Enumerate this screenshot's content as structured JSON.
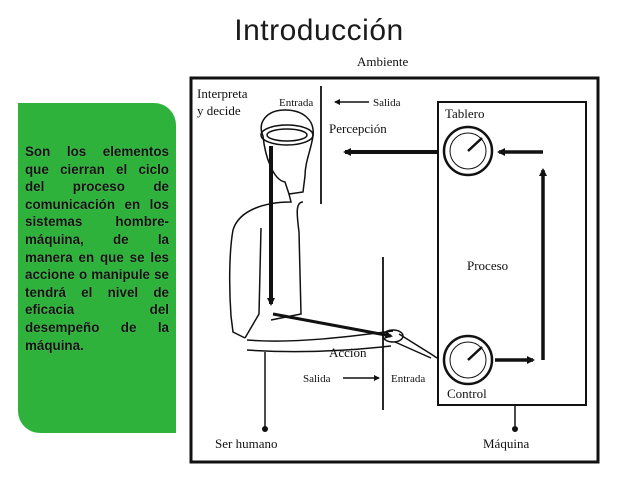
{
  "slide": {
    "title": "Introducción"
  },
  "sidebar": {
    "text": "Son los elementos que cierran el ciclo del proceso de comunicación en los sistemas hombre-máquina, de la manera en que se les accione o manipule se tendrá el nivel de eficacia del desempeño de la máquina."
  },
  "diagram": {
    "ambiente": "Ambiente",
    "interpreta_line1": "Interpreta",
    "interpreta_line2": "y decide",
    "entrada_top": "Entrada",
    "salida_top": "Salida",
    "percepcion": "Percepción",
    "tablero": "Tablero",
    "proceso": "Proceso",
    "accion": "Acción",
    "salida_bottom": "Salida",
    "entrada_bottom": "Entrada",
    "control": "Control",
    "ser_humano": "Ser humano",
    "maquina": "Máquina"
  },
  "colors": {
    "sidebar_bg": "#2fb23b",
    "ink": "#111111"
  }
}
